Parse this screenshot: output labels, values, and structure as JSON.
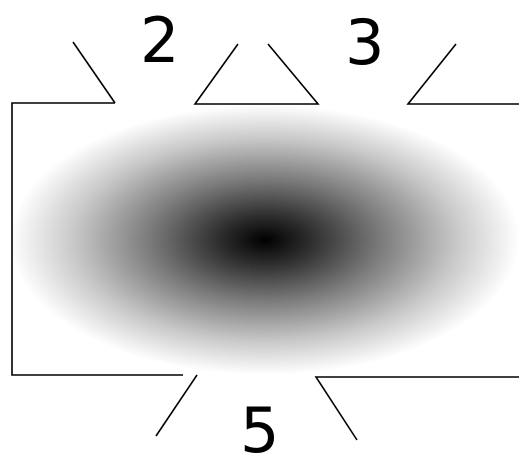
{
  "labels": {
    "top_left": "2",
    "top_right": "3",
    "bottom": "5"
  },
  "colors": {
    "stroke": "#000000",
    "blob_center": "#000000",
    "blob_edge": "#ffffff",
    "background": "#ffffff"
  }
}
